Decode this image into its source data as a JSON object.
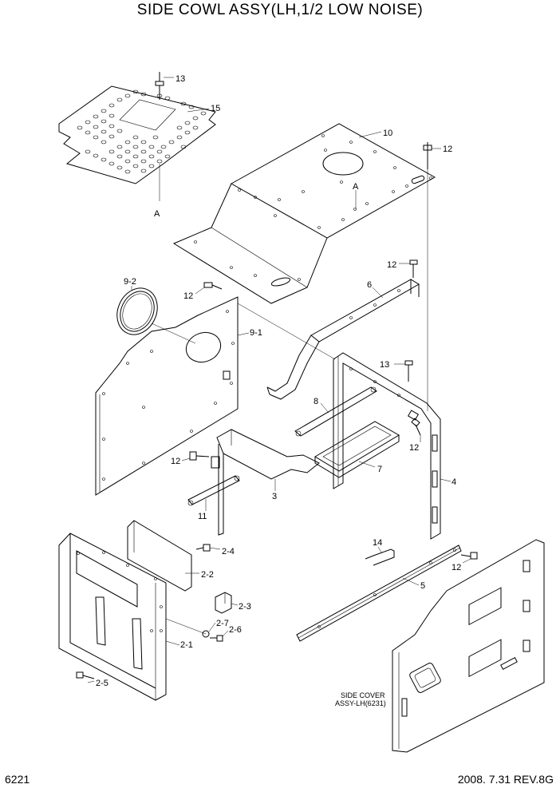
{
  "title": "SIDE COWL ASSY(LH,1/2 LOW NOISE)",
  "page_number": "6221",
  "revision": "2008. 7.31  REV.8G",
  "side_cover_label_line1": "SIDE COVER",
  "side_cover_label_line2": "ASSY-LH(6231)",
  "ref_mark": "A",
  "callouts": {
    "c13a": "13",
    "c15": "15",
    "c10": "10",
    "c12a": "12",
    "c12b": "12",
    "c6": "6",
    "c9_2": "9-2",
    "c12c": "12",
    "c9_1": "9-1",
    "c13b": "13",
    "c8": "8",
    "c12d": "12",
    "c12e": "12",
    "c7": "7",
    "c3": "3",
    "c4": "4",
    "c11": "11",
    "c14": "14",
    "c2_4": "2-4",
    "c12f": "12",
    "c5": "5",
    "c2_2": "2-2",
    "c2_3": "2-3",
    "c2_7": "2-7",
    "c2_6": "2-6",
    "c2_1": "2-1",
    "c2_5": "2-5"
  }
}
